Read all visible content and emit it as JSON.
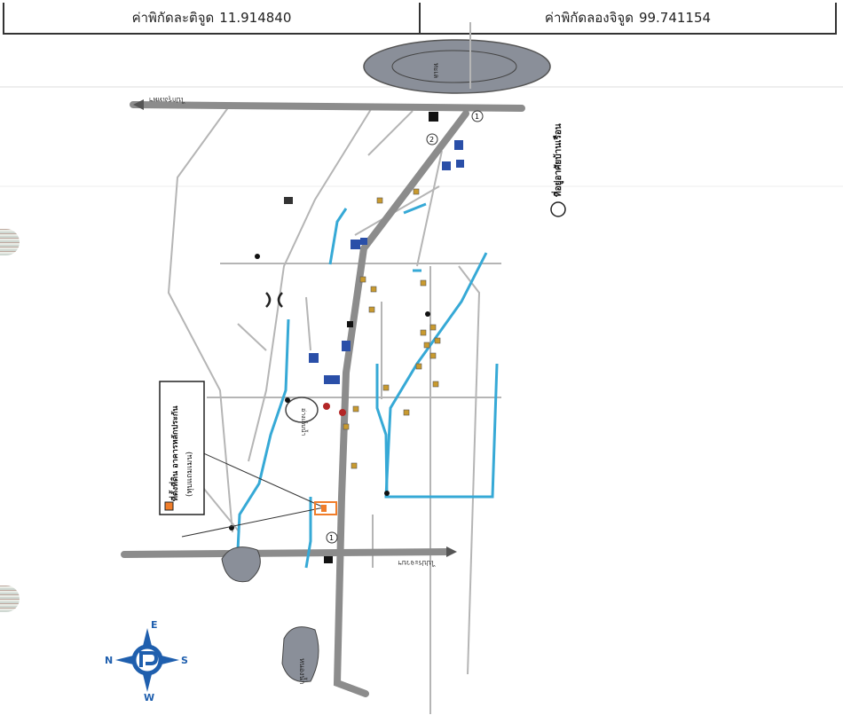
{
  "header": {
    "lat_label": "ค่าพิกัดละติจูด",
    "lat_value": "11.914840",
    "lon_label": "ค่าพิกัดลองจิจูด",
    "lon_value": "99.741154"
  },
  "map": {
    "office_label": "ที่ตั้งที่ดิน อาคารหลักประกัน",
    "office_sub": "(ทุบแถมเมน)",
    "legend_label": "ที่อยู่อาศัยบ้านเรือน",
    "north_road_label": "ไปกรุงเทพฯ",
    "south_road_label": "ไปประจวบฯ",
    "sea_label": "ทะเล",
    "reservoir_label": "อ่างเก็บน้ำ",
    "pond_label": "หนองน้ำ",
    "route_marker_1": "1",
    "route_marker_2": "2",
    "compass_n": "N",
    "compass_e": "E",
    "compass_s": "S",
    "compass_w": "W"
  },
  "colors": {
    "road": "#9a9a9a",
    "main_road": "#8c8c8c",
    "river": "#36a9d6",
    "water_fill": "#8a8f99",
    "building": "#2a4fa8",
    "house": "#c99a2e",
    "compass": "#1f5fae",
    "highlight": "#f07d2a"
  }
}
